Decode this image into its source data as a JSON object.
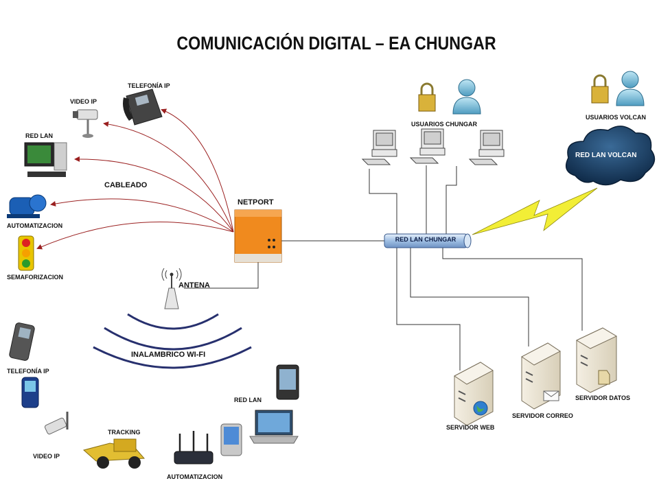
{
  "title": "COMUNICACIÓN DIGITAL – EA CHUNGAR",
  "wired": {
    "hub": "NETPORT",
    "link_label": "CABLEADO",
    "devices": [
      "TELEFONÍA IP",
      "VIDEO IP",
      "RED LAN",
      "AUTOMATIZACION",
      "SEMAFORIZACION"
    ]
  },
  "wireless": {
    "antenna": "ANTENA",
    "link_label": "INALAMBRICO WI-FI",
    "devices": [
      "TELEFONÍA IP",
      "VIDEO IP",
      "TRACKING",
      "AUTOMATIZACION",
      "RED LAN"
    ]
  },
  "lan": {
    "backbone": "RED LAN CHUNGAR",
    "users": "USUARIOS CHUNGAR",
    "remote_users": "USUARIOS VOLCAN",
    "remote_network": "RED LAN VOLCAN",
    "servers": [
      "SERVIDOR WEB",
      "SERVIDOR CORREO",
      "SERVIDOR DATOS"
    ]
  },
  "colors": {
    "arrow": "#9a1f1f",
    "wifi_wave": "#27306e",
    "netport": "#f08a1e",
    "cloud": "#14365d",
    "lightning": "#f2ee36",
    "backbone": "#bcd4ee"
  },
  "icons": [
    "ip-phone-icon",
    "ip-camera-icon",
    "desktop-pc-icon",
    "pump-icon",
    "traffic-light-icon",
    "antenna-icon",
    "mobile-phone-icon",
    "smartphone-icon",
    "loader-truck-icon",
    "wifi-router-icon",
    "pda-icon",
    "laptop-icon",
    "tablet-icon",
    "padlock-icon",
    "user-icon",
    "server-icon",
    "cloud-icon",
    "lightning-icon"
  ]
}
